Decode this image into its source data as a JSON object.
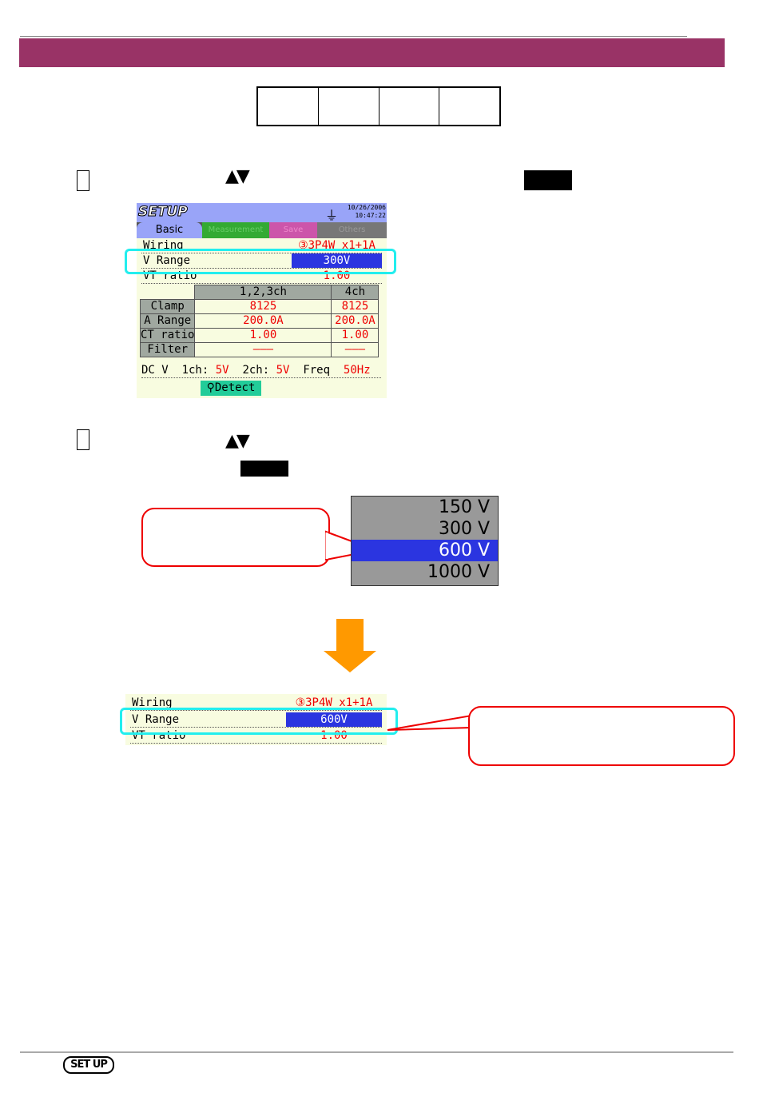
{
  "setup_screen": {
    "title": "SETUP",
    "date": "10/26/2006",
    "time": "10:47:22",
    "tabs": [
      "Basic",
      "Measurement",
      "Save",
      "Others"
    ],
    "wiring_label": "Wiring",
    "wiring_value": "③3P4W x1+1A",
    "vrange_label": "V Range",
    "vrange_value": "300V",
    "vtratio_label": "VT ratio",
    "vtratio_value": "1.00",
    "table": {
      "headers": [
        "",
        "1,2,3ch",
        "4ch"
      ],
      "rows": [
        [
          "Clamp",
          "8125",
          "8125"
        ],
        [
          "A Range",
          "200.0A",
          "200.0A"
        ],
        [
          "CT ratio",
          "1.00",
          "1.00"
        ],
        [
          "Filter",
          "———",
          "———"
        ]
      ]
    },
    "dcv_label": "DC V",
    "ch1_label": "1ch:",
    "ch1_value": "5V",
    "ch2_label": "2ch:",
    "ch2_value": "5V",
    "freq_label": "Freq",
    "freq_value": "50Hz",
    "detect_button": "Detect"
  },
  "range_popup": {
    "options": [
      "150 V",
      "300 V",
      "600 V",
      "1000 V"
    ],
    "selected": "600 V"
  },
  "result_screen": {
    "wiring_label": "Wiring",
    "wiring_value": "③3P4W x1+1A",
    "vrange_label": "V Range",
    "vrange_value": "600V",
    "vtratio_label": "VT ratio",
    "vtratio_value": "1.00"
  },
  "arrows_glyph": "▲▼",
  "footer": {
    "logo": "SET UP"
  }
}
